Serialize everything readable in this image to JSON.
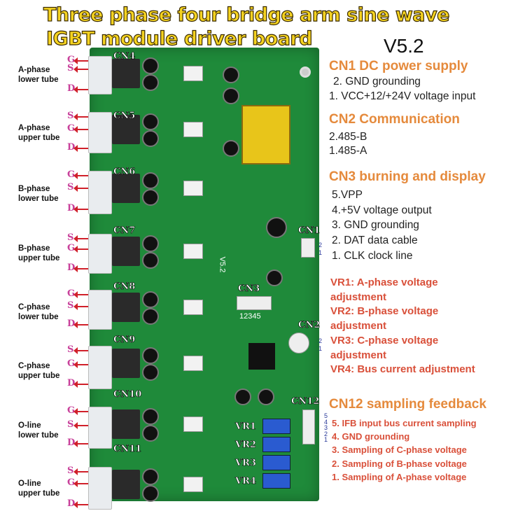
{
  "title": {
    "line1": "Three phase four bridge arm sine wave",
    "line2": "IGBT module driver board",
    "version": "V5.2"
  },
  "board": {
    "connectors": [
      "CN4",
      "CN5",
      "CN6",
      "CN7",
      "CN8",
      "CN9",
      "CN10",
      "CN11"
    ],
    "cn1": "CN1",
    "cn2": "CN2",
    "cn3": "CN3",
    "cn12": "CN12",
    "cn3_pins": "12345",
    "silk_version": "V5.2",
    "vr": [
      "VR1",
      "VR2",
      "VR3",
      "VR4"
    ],
    "cn1_pins": [
      "2",
      "1"
    ],
    "cn2_pins": [
      "2",
      "1"
    ],
    "cn12_pins": [
      "5",
      "4",
      "3",
      "2",
      "1"
    ]
  },
  "phases": [
    {
      "label": "A-phase lower tube",
      "pins": [
        "G",
        "S",
        "D"
      ]
    },
    {
      "label": "A-phase upper tube",
      "pins": [
        "S",
        "G",
        "D"
      ]
    },
    {
      "label": "B-phase lower tube",
      "pins": [
        "G",
        "S",
        "D"
      ]
    },
    {
      "label": "B-phase upper tube",
      "pins": [
        "S",
        "G",
        "D"
      ]
    },
    {
      "label": "C-phase lower tube",
      "pins": [
        "G",
        "S",
        "D"
      ]
    },
    {
      "label": "C-phase upper tube",
      "pins": [
        "S",
        "G",
        "D"
      ]
    },
    {
      "label": "O-line lower tube",
      "pins": [
        "G",
        "S",
        "D"
      ]
    },
    {
      "label": "O-line upper tube",
      "pins": [
        "S",
        "G",
        "D"
      ]
    }
  ],
  "cn1": {
    "title": "CN1 DC power supply",
    "items": [
      "2. GND grounding",
      "1. VCC+12/+24V voltage input"
    ]
  },
  "cn2": {
    "title": "CN2 Communication",
    "items": [
      "2.485-B",
      "1.485-A"
    ]
  },
  "cn3": {
    "title": "CN3 burning and display",
    "items": [
      "5.VPP",
      "4.+5V voltage output",
      "3. GND grounding",
      "2. DAT data cable",
      "1. CLK clock line"
    ]
  },
  "vr_desc": [
    "VR1: A-phase voltage",
    "adjustment",
    "VR2: B-phase voltage",
    "adjustment",
    "VR3: C-phase voltage",
    "adjustment",
    "VR4: Bus current adjustment"
  ],
  "cn12": {
    "title": "CN12 sampling feedback",
    "items": [
      "5. IFB input bus current sampling",
      "4. GND grounding",
      "3. Sampling of C-phase voltage",
      "2. Sampling of B-phase voltage",
      "1. Sampling of A-phase voltage"
    ]
  },
  "colors": {
    "title": "#f5d321",
    "heading": "#e58a3c",
    "vr_text": "#d9503a",
    "pcb": "#1f8a3a"
  }
}
